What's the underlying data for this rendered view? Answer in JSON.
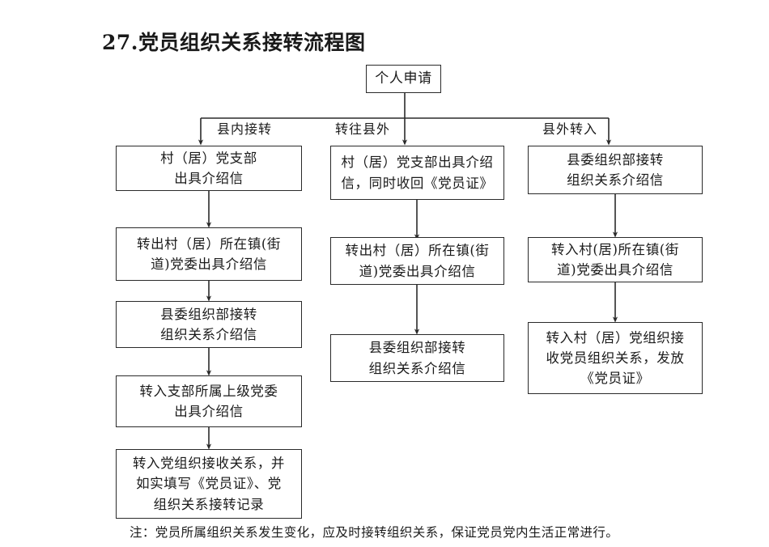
{
  "document": {
    "title": "27.党员组织关系接转流程图",
    "footnote": "注：党员所属组织关系发生变化，应及时接转组织关系，保证党员党内生活正常进行。"
  },
  "chart_data": {
    "type": "diagram",
    "title": "27.党员组织关系接转流程图",
    "root": {
      "id": "start",
      "label": "个人申请"
    },
    "branches": [
      {
        "id": "branch-county-internal",
        "label": "县内接转",
        "steps": [
          "村（居）党支部\n出具介绍信",
          "转出村（居）所在镇(街\n道)党委出具介绍信",
          "县委组织部接转\n组织关系介绍信",
          "转入支部所属上级党委\n出具介绍信",
          "转入党组织接收关系，并\n如实填写《党员证》、党\n组织关系接转记录"
        ]
      },
      {
        "id": "branch-transfer-out",
        "label": "转往县外",
        "steps": [
          "村（居）党支部出具介绍\n信，同时收回《党员证》",
          "转出村（居）所在镇(街\n道)党委出具介绍信",
          "县委组织部接转\n组织关系介绍信"
        ]
      },
      {
        "id": "branch-transfer-in",
        "label": "县外转入",
        "steps": [
          "县委组织部接转\n组织关系介绍信",
          "转入村(居)所在镇(街\n道)党委出具介绍信",
          "转入村（居）党组织接\n收党员组织关系，发放\n《党员证》"
        ]
      }
    ],
    "footnote": "注：党员所属组织关系发生变化，应及时接转组织关系，保证党员党内生活正常进行。"
  },
  "start_node": {
    "line1": "个人申请"
  },
  "branch_labels": {
    "left": "县内接转",
    "middle": "转往县外",
    "right": "县外转入"
  },
  "left_column": {
    "box1": {
      "line1": "村（居）党支部",
      "line2": "出具介绍信"
    },
    "box2": {
      "line1": "转出村（居）所在镇(街",
      "line2": "道)党委出具介绍信"
    },
    "box3": {
      "line1": "县委组织部接转",
      "line2": "组织关系介绍信"
    },
    "box4": {
      "line1": "转入支部所属上级党委",
      "line2": "出具介绍信"
    },
    "box5": {
      "line1": "转入党组织接收关系，并",
      "line2": "如实填写《党员证》、党",
      "line3": "组织关系接转记录"
    }
  },
  "middle_column": {
    "box1": {
      "line1": "村（居）党支部出具介绍",
      "line2": "信，同时收回《党员证》"
    },
    "box2": {
      "line1": "转出村（居）所在镇(街",
      "line2": "道)党委出具介绍信"
    },
    "box3": {
      "line1": "县委组织部接转",
      "line2": "组织关系介绍信"
    }
  },
  "right_column": {
    "box1": {
      "line1": "县委组织部接转",
      "line2": "组织关系介绍信"
    },
    "box2": {
      "line1": "转入村(居)所在镇(街",
      "line2": "道)党委出具介绍信"
    },
    "box3": {
      "line1": "转入村（居）党组织接",
      "line2": "收党员组织关系，发放",
      "line3": "《党员证》"
    }
  },
  "colors": {
    "ink": "#1a1a1a",
    "line": "#2a2a2a",
    "paper": "#ffffff"
  }
}
